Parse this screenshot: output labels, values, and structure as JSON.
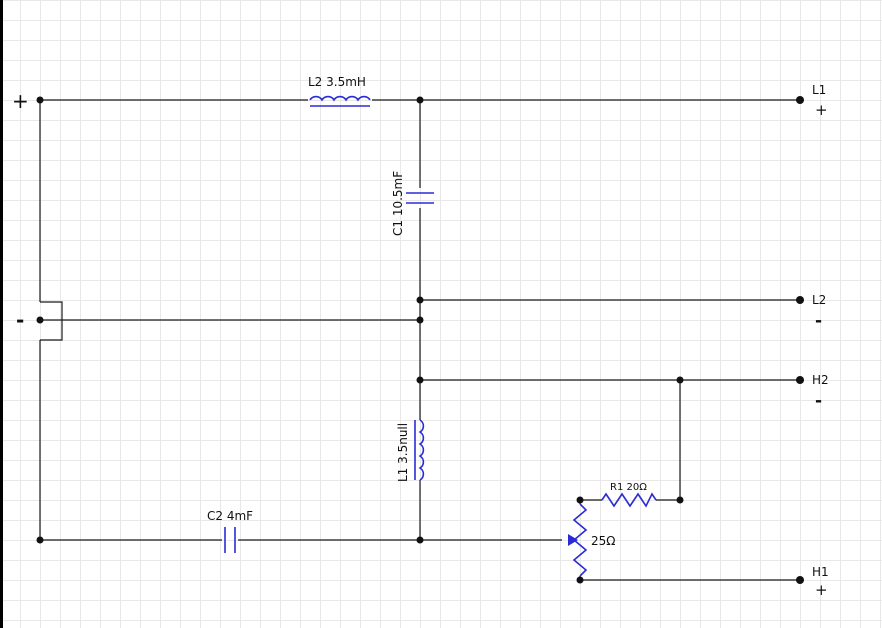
{
  "components": {
    "l2_label": "L2 3.5mH",
    "c1_label": "C1 10.5mF",
    "l1_label": "L1 3.5null",
    "c2_label": "C2 4mF",
    "r1_label": "R1 20Ω",
    "pot_label": "25Ω"
  },
  "terminals": {
    "input_plus": "+",
    "input_minus": "-",
    "l1": {
      "name": "L1",
      "polarity": "+"
    },
    "l2": {
      "name": "L2",
      "polarity": "-"
    },
    "h2": {
      "name": "H2",
      "polarity": "-"
    },
    "h1": {
      "name": "H1",
      "polarity": "+"
    }
  },
  "colors": {
    "wire": "#1a1a1a",
    "component": "#2b2bd6",
    "grid": "#e8e8e8"
  }
}
